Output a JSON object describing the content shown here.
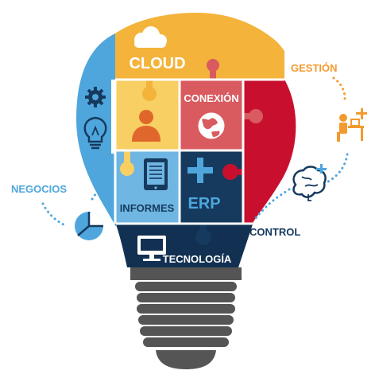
{
  "labels": {
    "cloud": "CLOUD",
    "conexion": "CONEXIÓN",
    "informes": "INFORMES",
    "erp": "ERP",
    "tecnologia": "TECNOLOGÍA",
    "gestion": "GESTIÓN",
    "negocios": "NEGOCIOS",
    "control": "CONTROL"
  },
  "icons": {
    "cloud": "cloud-icon",
    "gear": "gear-icon",
    "bulb": "lightbulb-icon",
    "person": "person-icon",
    "globe": "globe-icon",
    "tablet": "tablet-icon",
    "plus": "plus-icon",
    "monitor": "monitor-icon",
    "worker": "desk-worker-icon",
    "brain": "brain-icon",
    "pie": "pie-chart-icon"
  },
  "colors": {
    "yellow": "#f4b33a",
    "yellow_light": "#f8cf63",
    "blue": "#4ea6dc",
    "red": "#c8102e",
    "red_light": "#d95a5f",
    "navy": "#163a5e",
    "navy_dark": "#123152",
    "gray": "#555555",
    "orange": "#f39a2e",
    "text_dark": "#163a5e"
  }
}
